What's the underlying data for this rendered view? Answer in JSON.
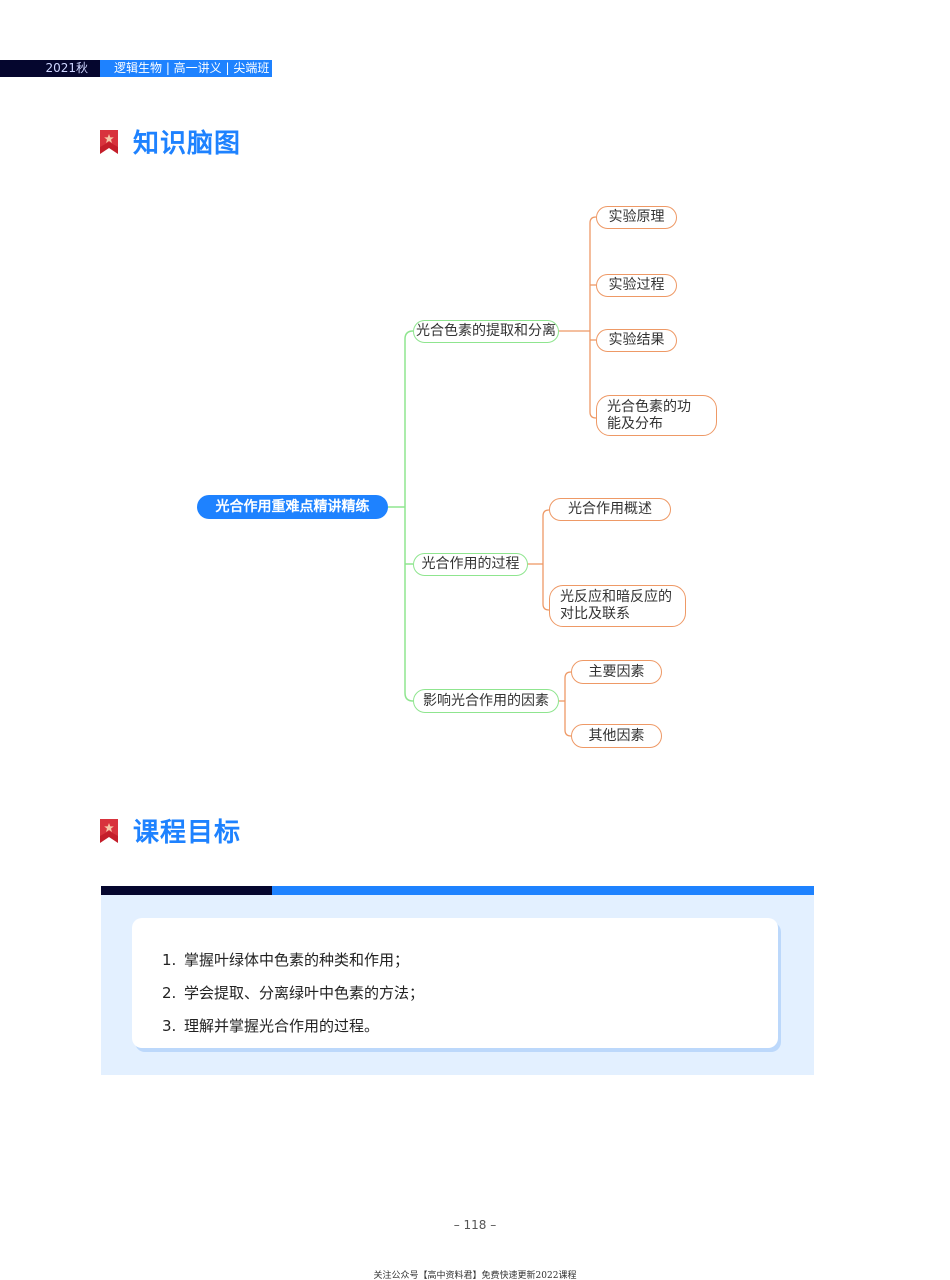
{
  "header": {
    "term": "2021秋",
    "course": "逻辑生物 | 高一讲义 | 尖端班",
    "colors": {
      "navy": "#05062e",
      "blue": "#1e82ff"
    }
  },
  "sections": [
    {
      "title": "知识脑图",
      "icon": "bookmark-star-icon"
    },
    {
      "title": "课程目标",
      "icon": "bookmark-star-icon"
    }
  ],
  "mindmap": {
    "root": "光合作用重难点精讲精练",
    "branches": [
      {
        "label": "光合色素的提取和分离",
        "children": [
          "实验原理",
          "实验过程",
          "实验结果",
          "光合色素的功能及分布"
        ]
      },
      {
        "label": "光合作用的过程",
        "children": [
          "光合作用概述",
          "光反应和暗反应的对比及联系"
        ]
      },
      {
        "label": "影响光合作用的因素",
        "children": [
          "主要因素",
          "其他因素"
        ]
      }
    ],
    "colors": {
      "root": "#1e82ff",
      "level1_border": "#8fe58f",
      "level2_border": "#ee9966"
    }
  },
  "goals": {
    "items": [
      {
        "num": "1.",
        "text": "掌握叶绿体中色素的种类和作用；"
      },
      {
        "num": "2.",
        "text": "学会提取、分离绿叶中色素的方法；"
      },
      {
        "num": "3.",
        "text": "理解并掌握光合作用的过程。"
      }
    ]
  },
  "footer": {
    "page_number": "– 118 –",
    "note": "关注公众号【高中资料君】免费快速更新2022课程"
  }
}
